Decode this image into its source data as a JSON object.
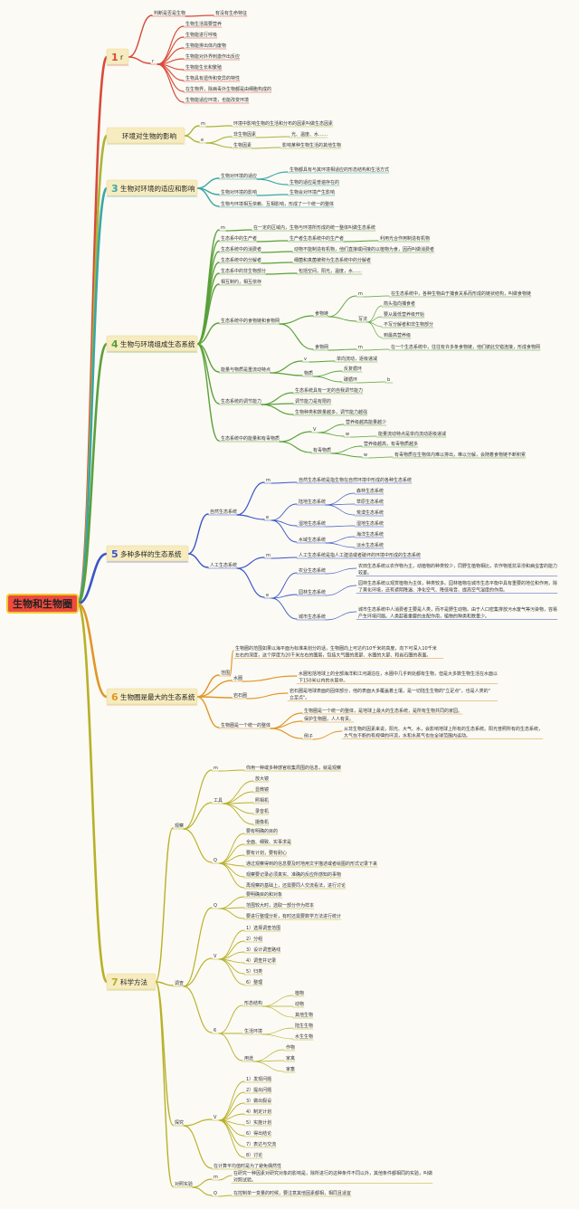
{
  "root": "生物和生物圈",
  "branches": [
    {
      "num": "1",
      "label": "r",
      "color": "#d84a3a"
    },
    {
      "num": "",
      "label": "环境对生物的影响",
      "color": "#a9b53a"
    },
    {
      "num": "3",
      "label": "生物对环境的适应和影响",
      "color": "#3aa6a6"
    },
    {
      "num": "4",
      "label": "生物与环境组成生态系统",
      "color": "#5aa03a"
    },
    {
      "num": "5",
      "label": "多种多样的生态系统",
      "color": "#3a55c8"
    },
    {
      "num": "6",
      "label": "生物圈是最大的生态系统",
      "color": "#e0962a"
    },
    {
      "num": "7",
      "label": "科学方法",
      "color": "#b8b028"
    }
  ],
  "n": {
    "b1_a": "判断是否是生物",
    "b1_a1": "有没有生命特征",
    "b1_r": "r",
    "b1_c1": "生物生活需要营养",
    "b1_c2": "生物能进行呼吸",
    "b1_c3": "生物能排出体内废物",
    "b1_c4": "生物能对外界刺激作出反应",
    "b1_c5": "生物能生长和繁殖",
    "b1_c6": "生物具有遗传和变异的特性",
    "b1_c7": "在生物界，除病毒外生物都是由细胞构成的",
    "b1_c8": "生物能适应环境，也能改变环境",
    "b2_m": "m",
    "b2_m1": "环境中影响生物的生活和分布的因素叫做生态因素",
    "b2_e": "e",
    "b2_e1": "非生物因素",
    "b2_e1a": "光、温度、水……",
    "b2_e2": "生物因素",
    "b2_e2a": "影响某种生物生活的其他生物",
    "b3_a": "生物对环境的适应",
    "b3_a1": "生物都具有与其环境相适应的形态结构和生活方式",
    "b3_a2": "生物的适应是普遍存在的",
    "b3_b": "生物对环境的影响",
    "b3_b1": "生物会对环境产生影响",
    "b3_c": "生物与环境相互依赖、互相影响，形成了一个统一的整体",
    "b4_m": "m",
    "b4_m1": "在一定的区域内，生物与环境所形成的统一整体叫做生态系统",
    "b4_p": "生态系中的生产者",
    "b4_p1": "生产者生态系统中的生产者",
    "b4_p2": "利用光合作用制造有机物",
    "b4_c": "生态系统中的消费者",
    "b4_c1": "动物不能制造有机物，他们直接或间接的以植物为食，因而叫做消费者",
    "b4_d": "生态系统中的分解者",
    "b4_d1": "细菌和真菌被称为生态系统中的分解者",
    "b4_n": "生态系中的非生物部分",
    "b4_n1": "包括空间，阳光，温度，水……",
    "b4_x": "相互制约，相互依存",
    "b4_f": "生态系统中的食物链和食物网",
    "b4_fc": "食物链",
    "b4_fc_m": "m",
    "b4_fc_m1": "在生态系统中，各种生物由于捕食关系而形成的链状结构，叫做食物链",
    "b4_fc_w": "写法",
    "b4_fc_w1": "箭头指向捕食者",
    "b4_fc_w2": "要从最低营养级开始",
    "b4_fc_w3": "不写分解者和非生物部分",
    "b4_fc_w4": "到最高营养级",
    "b4_fw": "食物网",
    "b4_fw_m": "m",
    "b4_fw_m1": "在一个生态系统中，往往有许多条食物链，他们彼此交错连接，形成食物网",
    "b4_e": "能量与物质是重流动特点",
    "b4_e_v": "v",
    "b4_e_v1": "单向流动，逐级递减",
    "b4_e_m": "物质",
    "b4_e_m1": "反复循环",
    "b4_e_m2": "碳循环",
    "b4_e_b": "b",
    "b4_r": "生态系统的调节能力",
    "b4_r1": "生态系统具有一定的自我调节能力",
    "b4_r2": "调节能力是有限的",
    "b4_r3": "生物种类和数量越多，调节能力越强",
    "b4_t": "生态系统中的能量和有毒物质",
    "b4_tv": "V",
    "b4_tv1": "营养级越高能量越少",
    "b4_tv_w": "w",
    "b4_tv2": "能量流动特点是单向流动逐级递减",
    "b4_tp": "有毒物质",
    "b4_tp1": "营养级越高，有毒物质越多",
    "b4_tp_w": "w",
    "b4_tp2": "有毒物质在生物体内难以排出，难以分解，会随着食物链不断积累",
    "b5_n": "自然生态系统",
    "b5_n_m": "m",
    "b5_n_m1": "自然生态系统是指生物在自然环境中形成的各种生态系统",
    "b5_n_e": "e",
    "b5_n_l": "陆地生态系统",
    "b5_n_l1": "森林生态系统",
    "b5_n_l2": "草原生态系统",
    "b5_n_l3": "荒漠生态系统",
    "b5_n_w": "湿地生态系统",
    "b5_n_w1": "湿地生态系统",
    "b5_n_s": "水域生态系统",
    "b5_n_s1": "海洋生态系统",
    "b5_n_s2": "淡水生态系统",
    "b5_a": "人工生态系统",
    "b5_a_m": "m",
    "b5_a_m1": "人工生态系统是指人工建造或者破坏的环境中形成的生态系统",
    "b5_a_e": "e",
    "b5_a_f": "农业生态系统",
    "b5_a_f1": "农田生态系统以农作物为主，动植物的种类较少，同野生植物相比，农作物抵抗旱涝和病虫害的能力较差。",
    "b5_a_g": "园林生态系统",
    "b5_a_g1": "园林生态系统以观赏植物为主体，种类较多。园林植物在城市生态平衡中具有重要的地位和作用，除了美化环境，还有遮阴降温、净化空气、降低噪音、提高空气湿度的作用。",
    "b5_a_c": "城市生态系统",
    "b5_a_c1": "城市生态系统中人消费者主要是人类，而不是野生动物。由于人口密集排放污水废气等污染物，容易产生环境问题。人类起着重要的支配作用，植物的种类和数量少。",
    "b6_s": "范围",
    "b6_s1": "生物圈的范围如果以海平面为标准来划分的话，生物圈向上可达约10千米的高度，向下可深入10千米左右的深度，这个厚度为20千米左右的圈层，包括大气圈的底部、水圈的大部、和岩石圈的表面。",
    "b6_w": "水圈",
    "b6_w1": "水圈包括地球上的全部海洋和江河湖泊在，水圈中几乎到处都有生物，但是大多数生物生活在水面以下150米以内的水层中。",
    "b6_r": "岩石圈",
    "b6_r1": "岩石圈是地球表面的固体部分，他的表面大多覆盖着土壤，是一切陆生生物的\"立足点\"，也是人类的\"立足点\"。",
    "b6_u": "生物圈是一个统一的整体",
    "b6_u1": "生物圈是一个统一的整体，是地球上最大的生态系统，是所有生物共同的家园。",
    "b6_u2": "保护生物圈，人人有责。",
    "b6_u_e": "例子",
    "b6_u3": "从非生物的因素来说，阳光、大气、水，会影响地球上所有的生态系统。阳光普照所有的生态系统，大气在不断的有规律的环流，水和水蒸气也在全球范围内运动。",
    "b7_o": "观察",
    "b7_o_m": "m",
    "b7_o_m1": "你用一种或多种感官收集周围的信息，就是观察",
    "b7_o_t": "工具",
    "b7_o_t1": "放大镜",
    "b7_o_t2": "显微镜",
    "b7_o_t3": "照相机",
    "b7_o_t4": "录音机",
    "b7_o_t5": "摄像机",
    "b7_o_q": "Q",
    "b7_o_q1": "要有明确的目的",
    "b7_o_q2": "全面、细致、实事求是",
    "b7_o_q3": "要有计划，要有耐心",
    "b7_o_q4": "通过观察得到的信息要及时地用文字描述或者绘图的形式记录下来",
    "b7_o_q5": "观察要记录必须真实、准确的反应所感知的事物",
    "b7_o_q6": "再观察的基础上，还需要同人交流看法，进行讨论",
    "b7_s": "调查",
    "b7_s_q": "Q",
    "b7_s_q1": "要明确目的和对象",
    "b7_s_q2": "范围较大时，选取一部分作为样本",
    "b7_s_q3": "要进行整理分析，有时还需要数学方法进行统计",
    "b7_s_v": "V",
    "b7_s_v1": "1）选择调查范围",
    "b7_s_v2": "2）分组",
    "b7_s_v3": "3）设计调查路线",
    "b7_s_v4": "4）调查并记录",
    "b7_s_v5": "5）归类",
    "b7_s_v6": "6）整理",
    "b7_s_6": "6",
    "b7_s_x": "形态结构",
    "b7_s_x1": "植物",
    "b7_s_x2": "动物",
    "b7_s_x3": "其他生物",
    "b7_s_h": "生活环境",
    "b7_s_h1": "陆生生物",
    "b7_s_h2": "水生生物",
    "b7_s_u": "用途",
    "b7_s_u1": "作物",
    "b7_s_u2": "家禽",
    "b7_s_u3": "家畜",
    "b7_e": "探究",
    "b7_e_v": "V",
    "b7_e_v1": "1）发现问题",
    "b7_e_v2": "2）提出问题",
    "b7_e_v3": "3）做出假设",
    "b7_e_v4": "4）制定计划",
    "b7_e_v5": "5）实施计划",
    "b7_e_v6": "6）得出结论",
    "b7_e_v7": "7）表达与交流",
    "b7_e_v8": "8）讨论",
    "b7_e_n": "在计算平均值时是为了避免偶然性",
    "b7_c": "对照实验",
    "b7_c_m": "m",
    "b7_c_m1": "在研究一种因素对研究对象的影响是，除所进行的这种条件不同以外，其他条件都相同的实验，叫做对照试验。",
    "b7_c_q": "Q",
    "b7_c_q1": "在控制单一变量的时候，要注意其他因素都相，相同且适宜"
  }
}
